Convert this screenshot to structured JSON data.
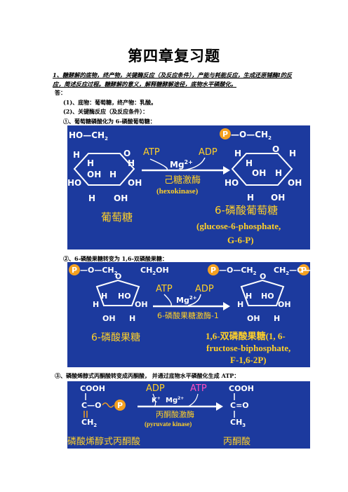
{
  "title": "第四章复习题",
  "question": "1、糖酵解的底物，终产物，关键酶反应（及反应条件），产能与耗能反应，生成还原辅酶I的反应，简述反应过程。糖酵解的意义，解释糖酵解途径，底物水平磷酸化。",
  "answer_label": "答：",
  "items": {
    "i1": "(1)、底物：葡萄糖，终产物：乳酸。",
    "i2": "(2)、关键酶反应（及反应条件）：",
    "s1": "①、葡萄糖磷酸化为 6-磷酸葡萄糖：",
    "s2": "②、6-磷酸果糖转变为 1,6-双磷酸果糖：",
    "s3": "③、磷酸烯醇式丙酮酸转变成丙酮酸，  并通过底物水平磷酸化生成 ATP："
  },
  "slide1": {
    "left_top": "HO—CH",
    "left_sub": "2",
    "right_top": "—O—CH",
    "right_sub": "2",
    "p": "P",
    "H": "H",
    "O": "O",
    "OH": "OH",
    "HO": "HO",
    "atp": "ATP",
    "adp": "ADP",
    "mg": "Mg",
    "mg_sup": "2+",
    "enzyme_cn": "己糖激酶",
    "enzyme_en": "(hexokinase)",
    "left_name": "葡萄糖",
    "right_name_cn": "6-磷酸葡萄糖",
    "right_name_en1": "(glucose-6-phosphate,",
    "right_name_en2": "G-6-P)"
  },
  "slide2": {
    "p": "P",
    "left_ch2": "—O—CH",
    "sub2": "2",
    "ch2oh": "CH",
    "ch2oh_tail": "OH",
    "right_ch2": "—O—CH",
    "right_ch2b": "CH",
    "right_ch2b_tail": "—O—",
    "H": "H",
    "HO": "HO",
    "OH": "OH",
    "O": "O",
    "atp": "ATP",
    "adp": "ADP",
    "mg": "Mg",
    "mg_sup": "2+",
    "enzyme": "6-磷酸果糖激酶-1",
    "left_name": "6-磷酸果糖",
    "right_name1": "1,6-双磷酸果糖(1, 6-",
    "right_name2": "fructose-biphosphate,",
    "right_name3": "F-1,6-2P)"
  },
  "slide3": {
    "cooh": "COOH",
    "c": "C—O",
    "p": "P",
    "ch2": "CH",
    "sub2": "2",
    "adp": "ADP",
    "atp": "ATP",
    "k": "K",
    "k_sup": "+",
    "mg": "Mg",
    "mg_sup": "2+",
    "enzyme_cn": "丙酮酸激酶",
    "enzyme_en": "(pyruvate kinase)",
    "right_cooh": "COOH",
    "right_co": "C=O",
    "right_ch3": "CH",
    "sub3": "3",
    "left_name": "磷酸烯醇式丙酮酸",
    "right_name": "丙酮酸"
  }
}
